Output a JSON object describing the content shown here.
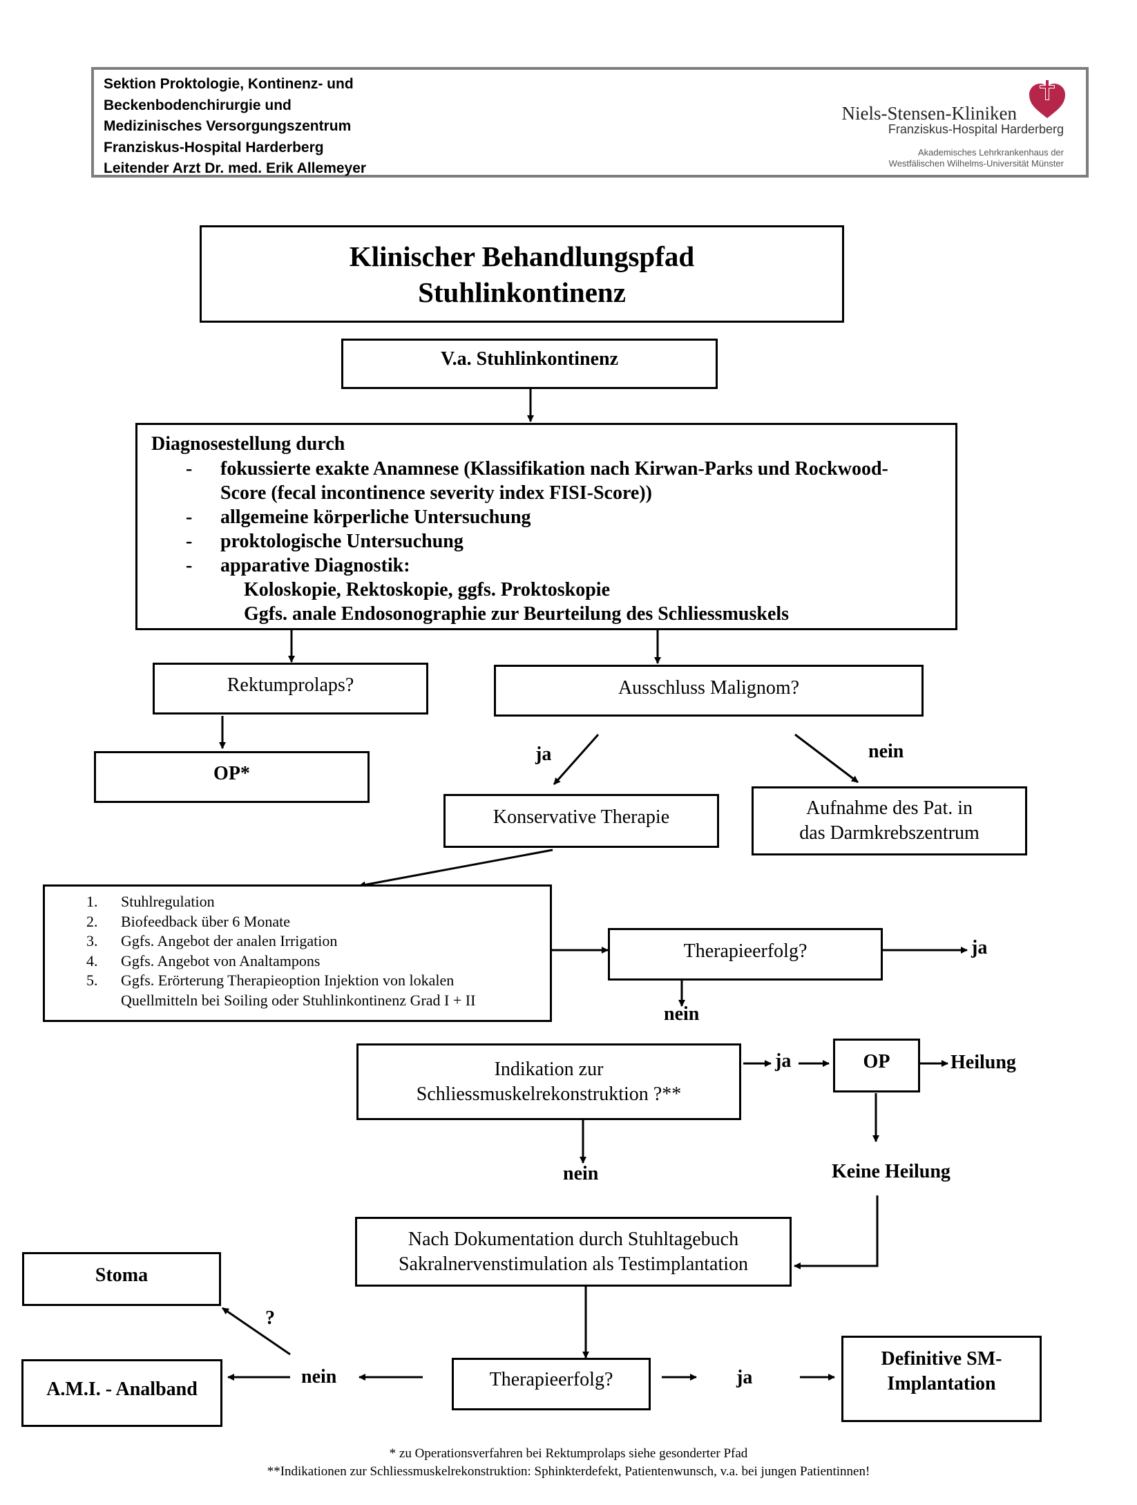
{
  "header": {
    "lines": [
      "Sektion Proktologie, Kontinenz- und",
      "Beckenbodenchirurgie und",
      "Medizinisches Versorgungszentrum",
      "Franziskus-Hospital Harderberg",
      "Leitender Arzt Dr. med. Erik Allemeyer"
    ],
    "logo_name": "Niels-Stensen-Kliniken",
    "logo_sub": "Franziskus-Hospital Harderberg",
    "logo_affil_1": "Akademisches Lehrkrankenhaus der",
    "logo_affil_2": "Westfälischen Wilhelms-Universität Münster",
    "logo_color": "#b5264a"
  },
  "title": {
    "line1": "Klinischer Behandlungspfad",
    "line2": "Stuhlinkontinenz"
  },
  "start": "V.a. Stuhlinkontinenz",
  "diagnosis": {
    "heading": "Diagnosestellung durch",
    "items": [
      "fokussierte exakte Anamnese (Klassifikation nach Kirwan-Parks und Rockwood-",
      "allgemeine körperliche Untersuchung",
      "proktologische Untersuchung",
      "apparative Diagnostik:"
    ],
    "item1_cont": "Score (fecal incontinence severity index FISI-Score))",
    "sub1": "Koloskopie, Rektoskopie, ggfs. Proktoskopie",
    "sub2": "Ggfs. anale Endosonographie zur Beurteilung des Schliessmuskels",
    "dash": "-"
  },
  "rektumprolaps": "Rektumprolaps?",
  "op_star": "OP*",
  "malignom": "Ausschluss Malignom?",
  "ja": "ja",
  "nein": "nein",
  "konservativ": "Konservative Therapie",
  "darmkrebs": {
    "line1": "Aufnahme des Pat. in",
    "line2": "das Darmkrebszentrum"
  },
  "therapy_list": [
    {
      "num": "1.",
      "text": "Stuhlregulation"
    },
    {
      "num": "2.",
      "text": "Biofeedback über 6 Monate"
    },
    {
      "num": "3.",
      "text": "Ggfs. Angebot der analen Irrigation"
    },
    {
      "num": "4.",
      "text": "Ggfs. Angebot von Analtampons"
    },
    {
      "num": "5.",
      "text": "Ggfs. Erörterung Therapieoption Injektion von lokalen"
    }
  ],
  "therapy_item5_cont": "Quellmitteln bei Soiling oder Stuhlinkontinenz Grad I + II",
  "therapieerfolg": "Therapieerfolg?",
  "indikation": {
    "line1": "Indikation zur",
    "line2": "Schliessmuskelrekonstruktion ?**"
  },
  "op": "OP",
  "heilung": "Heilung",
  "keine_heilung": "Keine Heilung",
  "sns": {
    "line1": "Nach Dokumentation durch Stuhltagebuch",
    "line2": "Sakralnervenstimulation als Testimplantation"
  },
  "stoma": "Stoma",
  "question": "?",
  "ami": "A.M.I. - Analband",
  "definitive": {
    "line1": "Definitive SM-",
    "line2": "Implantation"
  },
  "footnotes": [
    "* zu Operationsverfahren bei Rektumprolaps siehe gesonderter Pfad",
    "**Indikationen zur Schliessmuskelrekonstruktion: Sphinkterdefekt, Patientenwunsch, v.a. bei jungen Patientinnen!"
  ]
}
